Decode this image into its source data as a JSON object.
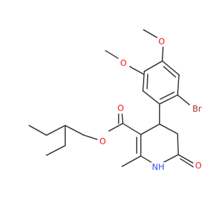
{
  "atoms": {
    "o_methoxy_top": {
      "label": "O",
      "color": "#ff0d0d"
    },
    "o_methoxy_left": {
      "label": "O",
      "color": "#ff0d0d"
    },
    "br": {
      "label": "Br",
      "color": "#a62929"
    },
    "o_carbonyl_ester": {
      "label": "O",
      "color": "#ff0d0d"
    },
    "o_ester": {
      "label": "O",
      "color": "#ff0d0d"
    },
    "nh": {
      "label": "NH",
      "color": "#3050f8"
    },
    "o_lactam": {
      "label": "O",
      "color": "#ff0d0d"
    }
  }
}
